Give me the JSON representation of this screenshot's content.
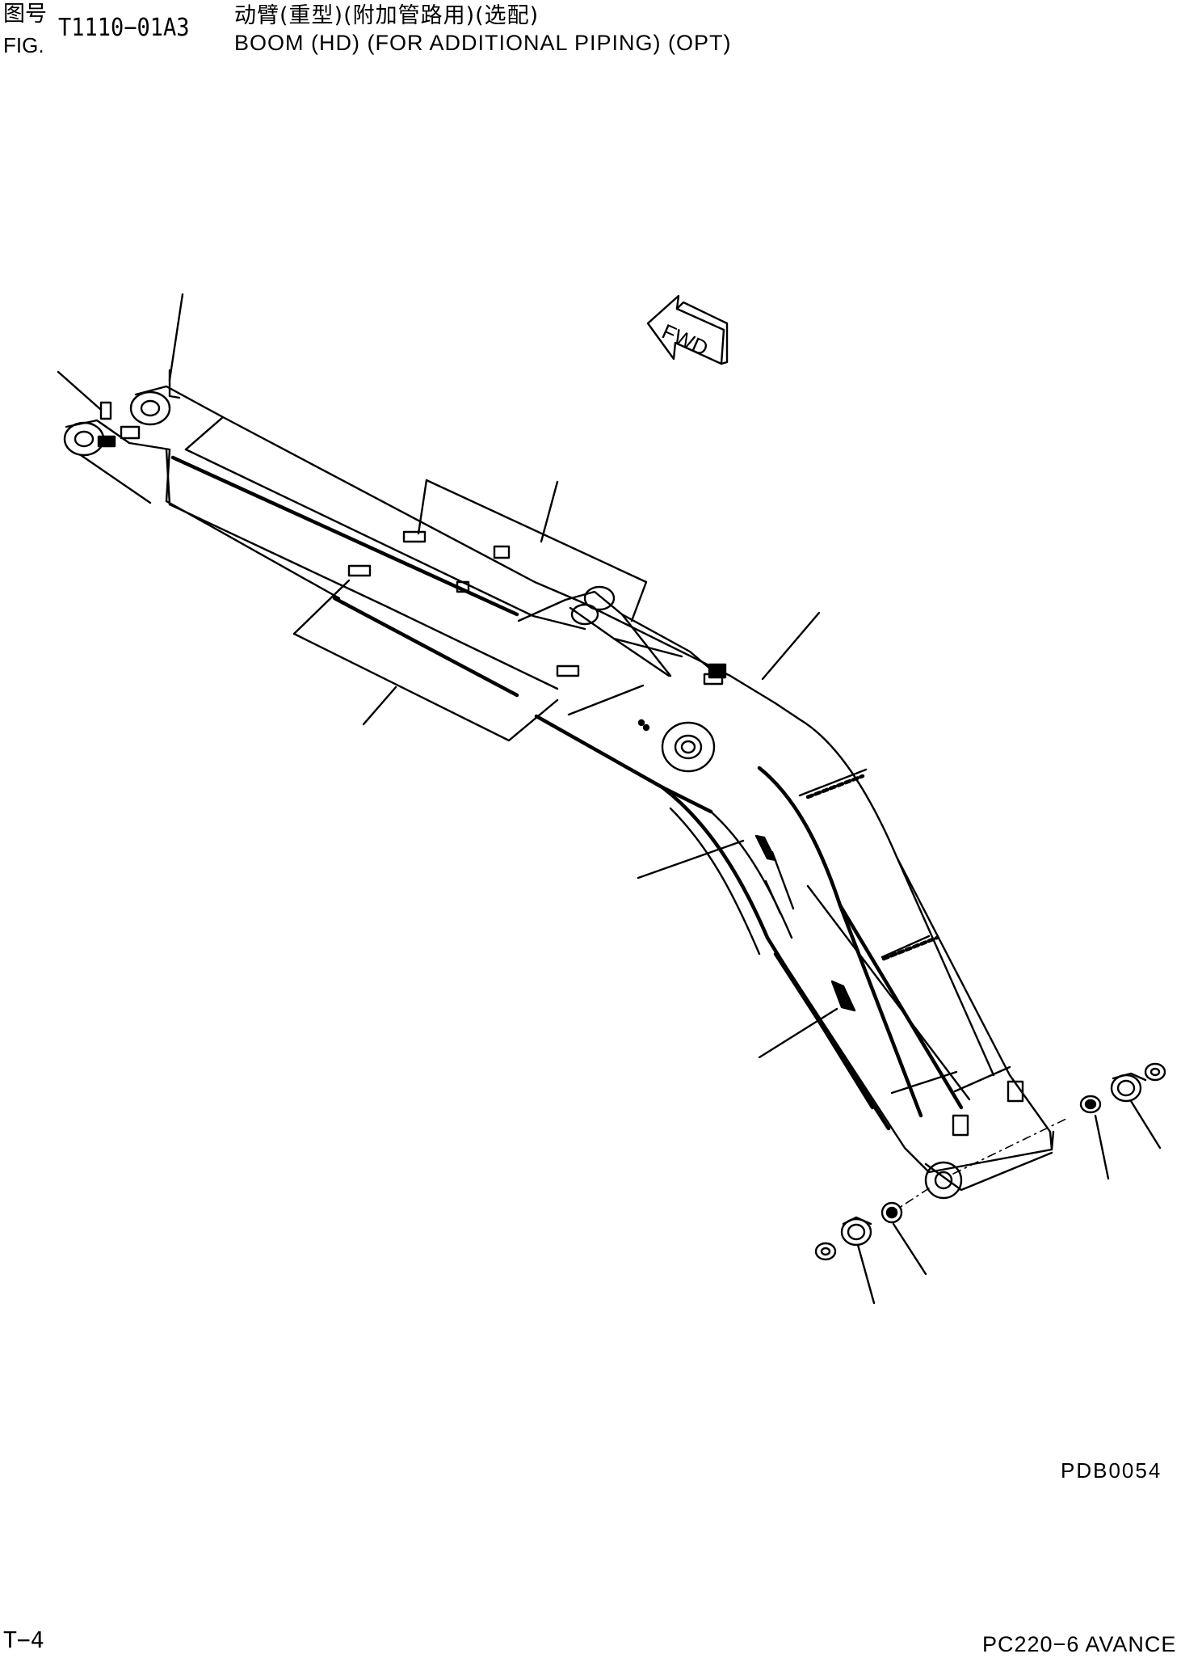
{
  "header": {
    "fig_label_zh": "图号",
    "fig_label_en": "FIG.",
    "fig_number": "T1110−01A3",
    "title_zh": "动臂(重型)(附加管路用)(选配)",
    "title_en": "BOOM (HD) (FOR ADDITIONAL PIPING) (OPT)"
  },
  "diagram": {
    "fwd_arrow_label": "FWD",
    "drawing_code": "PDB0054"
  },
  "footer": {
    "page_number": "T−4",
    "model": "PC220−6 AVANCE"
  }
}
